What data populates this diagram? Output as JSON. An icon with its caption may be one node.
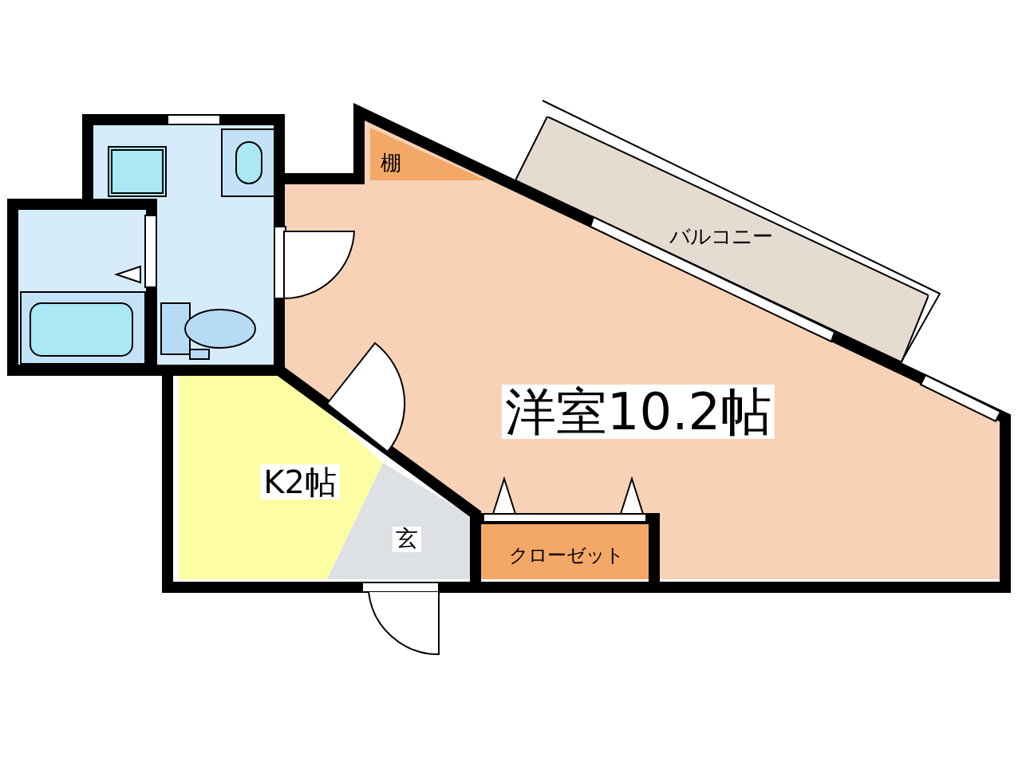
{
  "diagram": {
    "nodes": [
      {
        "text": [
          "洋室10.2帖"
        ]
      },
      {
        "text": [
          "棚"
        ],
        "in": 0
      },
      {
        "text": [
          "バルコニー"
        ]
      },
      {
        "text": [
          "K2帖"
        ]
      },
      {
        "text": [
          "玄"
        ]
      },
      {
        "text": [
          "クローゼット"
        ],
        "in": 0
      }
    ]
  }
}
